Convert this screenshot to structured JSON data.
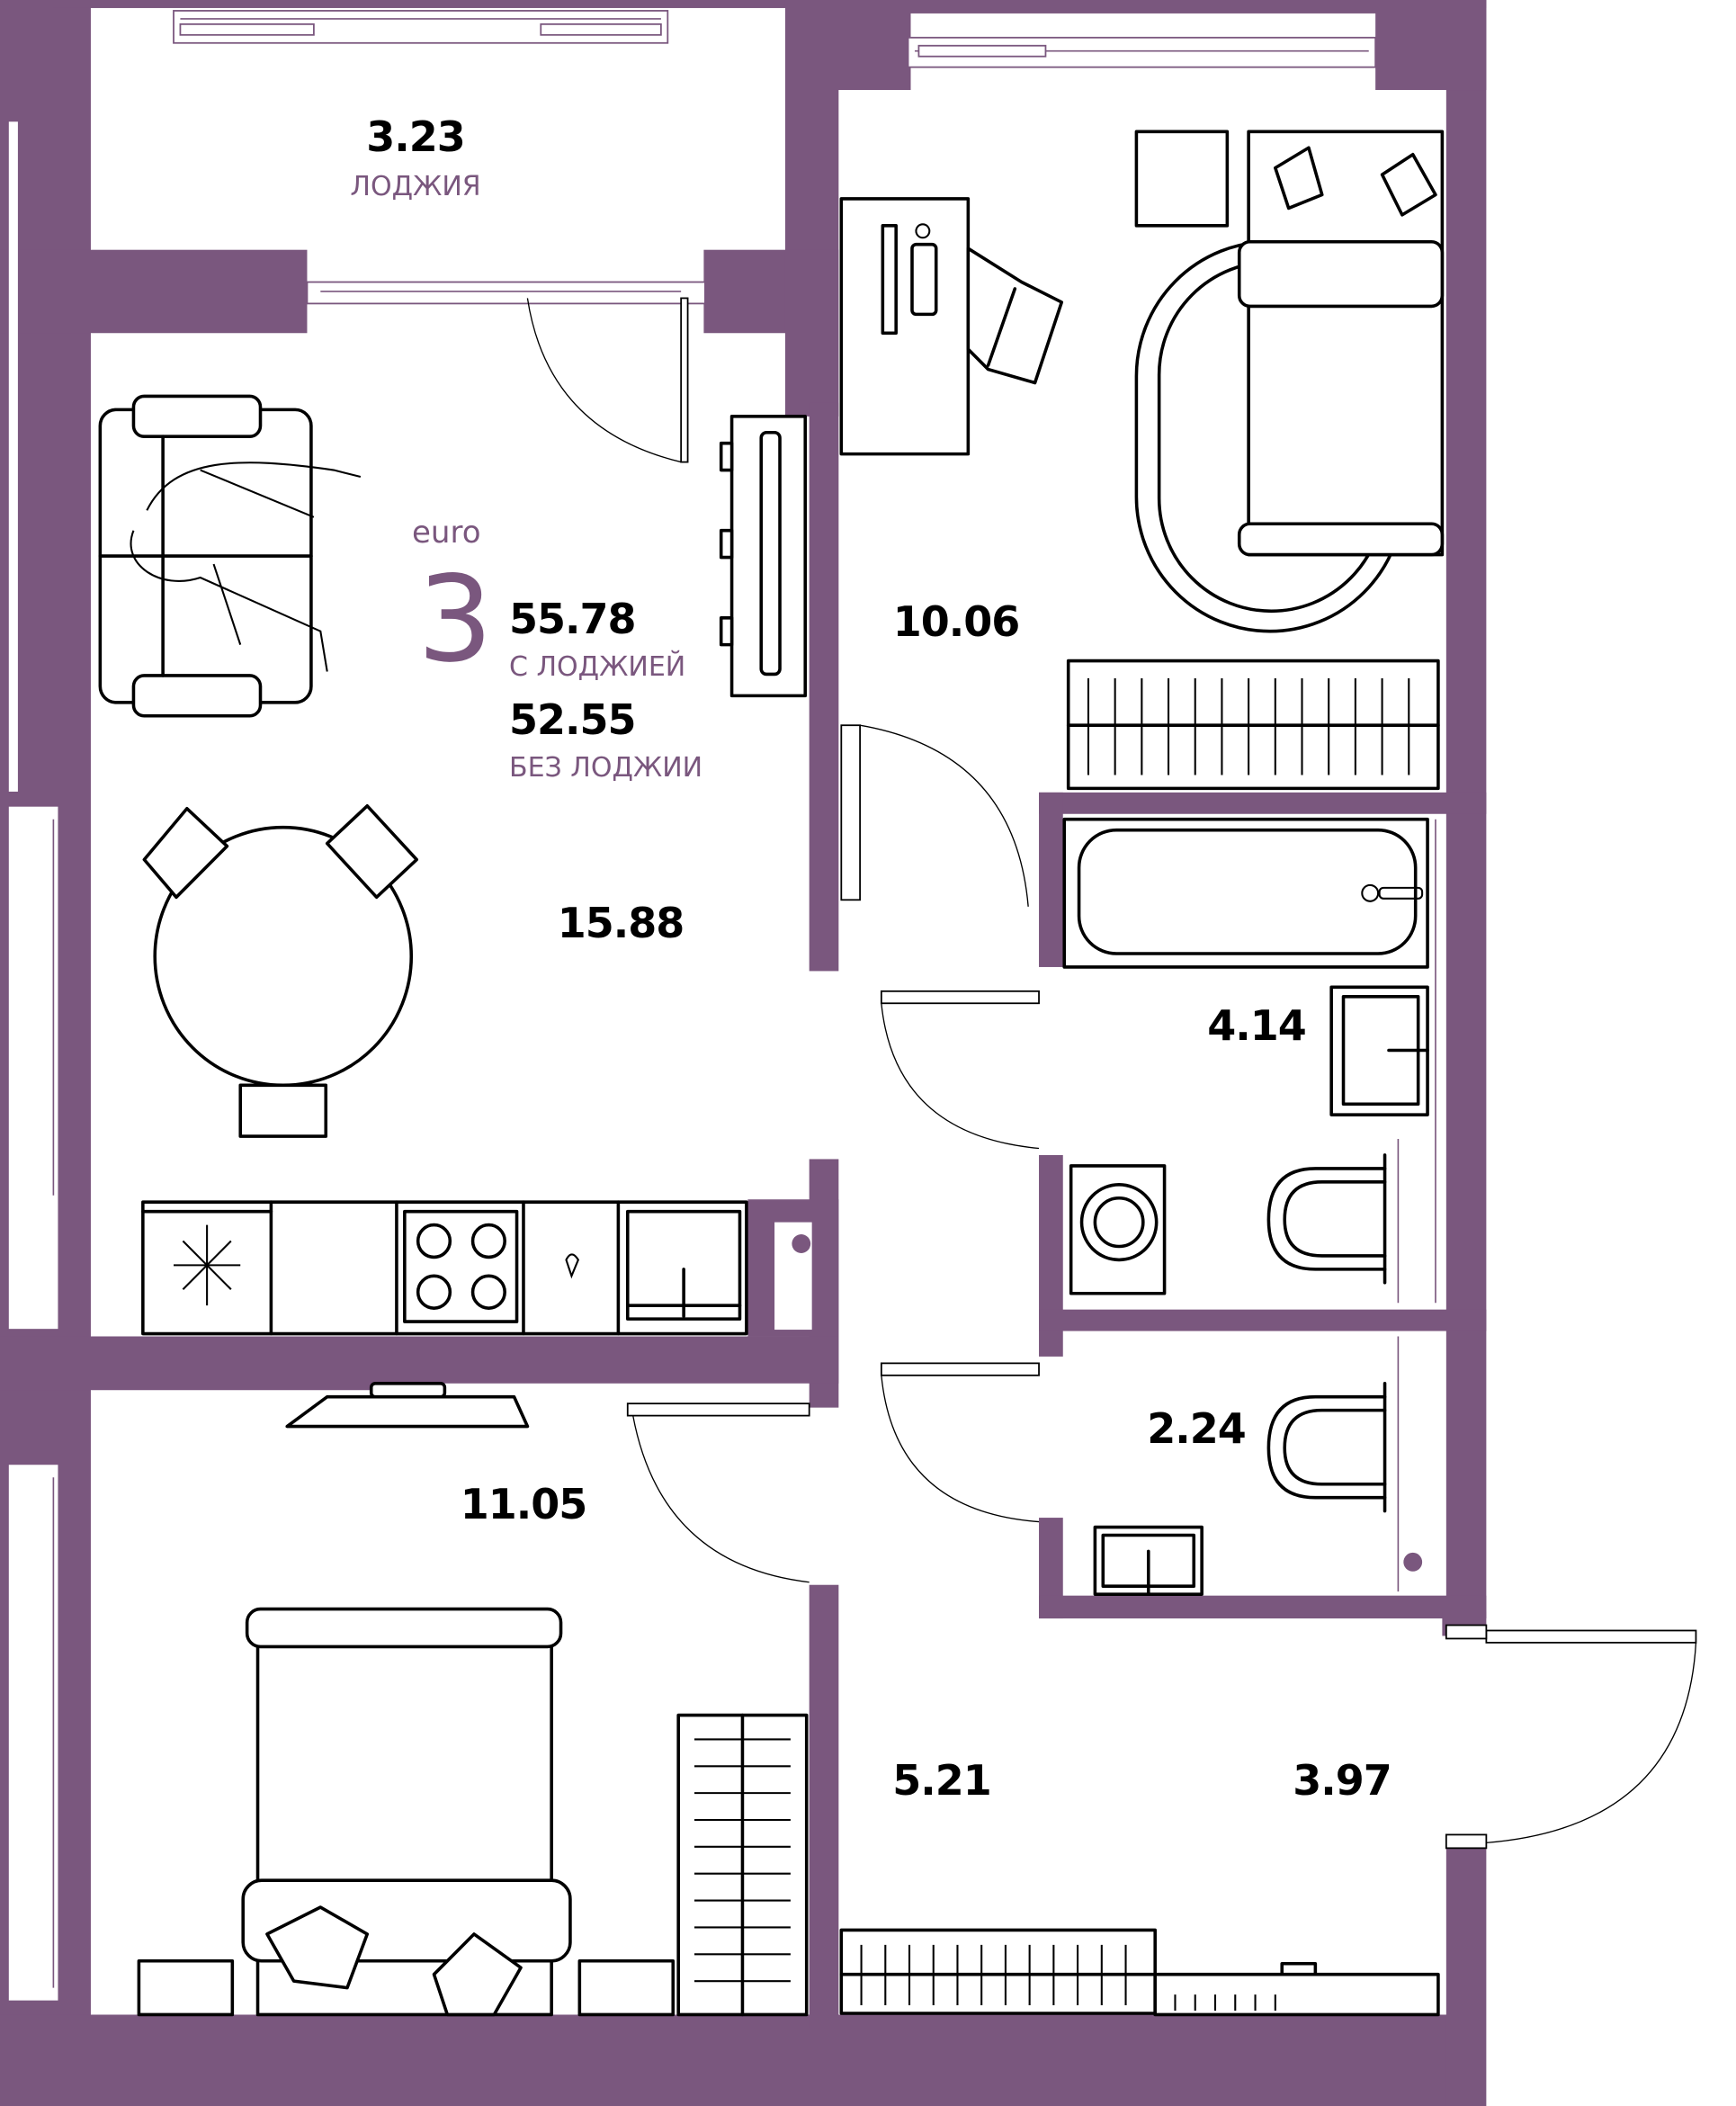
{
  "plan": {
    "type": "apartment-floor-plan",
    "wall_color": "#7A577E",
    "text_color": "#000000",
    "accent_text_color": "#7A577E"
  },
  "summary": {
    "format": "euro",
    "rooms_count": "3",
    "area_with_loggia": "55.78",
    "area_with_loggia_caption": "С ЛОДЖИЕЙ",
    "area_without_loggia": "52.55",
    "area_without_loggia_caption": "БЕЗ ЛОДЖИИ"
  },
  "rooms": [
    {
      "id": "loggia",
      "area": "3.23",
      "caption": "ЛОДЖИЯ"
    },
    {
      "id": "living-kitchen",
      "area": "15.88"
    },
    {
      "id": "bedroom-1",
      "area": "10.06"
    },
    {
      "id": "bathroom",
      "area": "4.14"
    },
    {
      "id": "wc",
      "area": "2.24"
    },
    {
      "id": "bedroom-2",
      "area": "11.05"
    },
    {
      "id": "corridor",
      "area": "5.21"
    },
    {
      "id": "hall",
      "area": "3.97"
    }
  ]
}
